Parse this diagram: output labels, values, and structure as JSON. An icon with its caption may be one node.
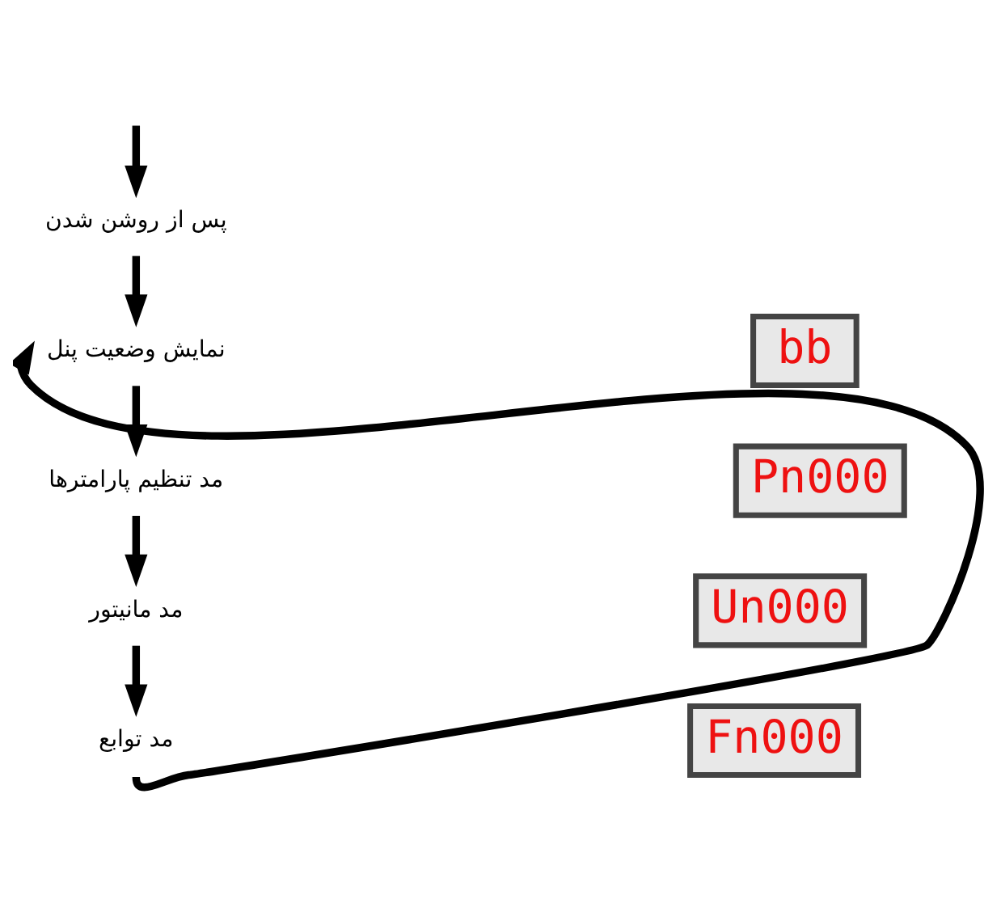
{
  "diagram": {
    "nodes": [
      {
        "text": [
          "پس از روشن شدن"
        ]
      },
      {
        "text": [
          "نمایش وضعیت پنل"
        ]
      },
      {
        "text": [
          "مد تنظیم پارامترها"
        ]
      },
      {
        "text": [
          "مد مانیتور"
        ]
      },
      {
        "text": [
          "مد توابع"
        ]
      }
    ],
    "edges": [
      {
        "from": null,
        "to": 0,
        "arrow": "to"
      },
      {
        "from": 0,
        "to": 1,
        "arrow": "to"
      },
      {
        "from": 1,
        "to": 2,
        "arrow": "to"
      },
      {
        "from": 2,
        "to": 3,
        "arrow": "to"
      },
      {
        "from": 3,
        "to": 4,
        "arrow": "to"
      },
      {
        "from": 4,
        "to": 1,
        "arrow": "to"
      }
    ],
    "labels": [
      "bb",
      "Pn000",
      "Un000",
      "Fn000"
    ]
  }
}
